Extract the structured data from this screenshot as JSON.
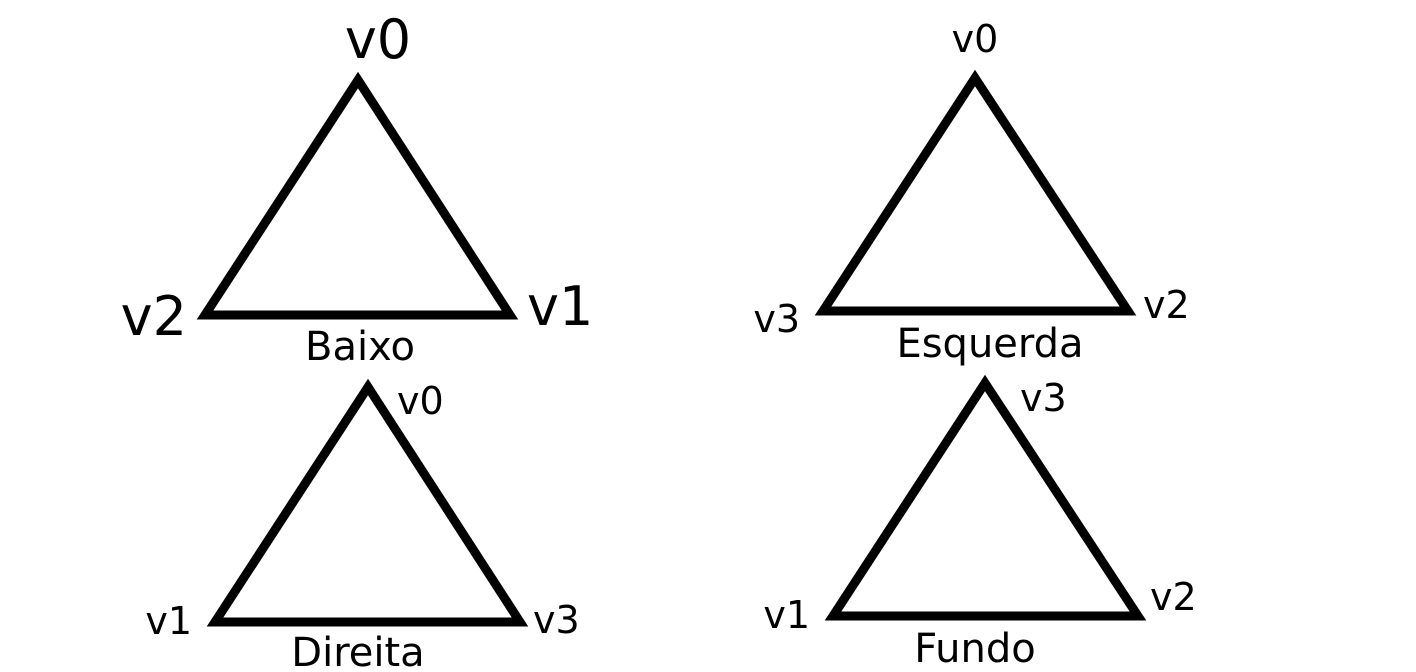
{
  "faces": [
    {
      "name": "Baixo",
      "vertices": {
        "top": "v0",
        "right": "v1",
        "left": "v2"
      }
    },
    {
      "name": "Esquerda",
      "vertices": {
        "top": "v0",
        "right": "v2",
        "left": "v3"
      }
    },
    {
      "name": "Direita",
      "vertices": {
        "top": "v0",
        "right": "v3",
        "left": "v1"
      }
    },
    {
      "name": "Fundo",
      "vertices": {
        "top": "v3",
        "right": "v2",
        "left": "v1"
      }
    }
  ]
}
